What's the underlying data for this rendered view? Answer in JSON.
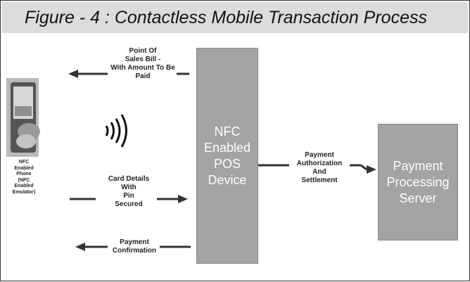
{
  "figure": {
    "title": "Figure - 4 : Contactless Mobile Transaction Process"
  },
  "phone": {
    "caption_lines": [
      "NFC",
      "Enabled",
      "Phone",
      "(NFC",
      "Enabled",
      "Emulator)"
    ],
    "icon": "smartphone-icon"
  },
  "wireless": {
    "icon": "nfc-wave-icon"
  },
  "pos_device": {
    "lines": [
      "NFC",
      "Enabled",
      "POS",
      "Device"
    ]
  },
  "server": {
    "lines": [
      "Payment",
      "Processing",
      "Server"
    ]
  },
  "flows": {
    "bill": {
      "lines": [
        "Point Of",
        "Sales Bill -",
        "With  Amount To Be",
        "Paid"
      ]
    },
    "card": {
      "lines": [
        "Card Details",
        "With",
        "Pin",
        "Secured"
      ]
    },
    "confirmation": {
      "lines": [
        "Payment",
        "Confirmation"
      ]
    },
    "settlement": {
      "lines": [
        "Payment",
        "Authorization",
        "And",
        "Settlement"
      ]
    }
  },
  "colors": {
    "box_fill": "#a3a3a3",
    "box_text": "#ffffff",
    "arrow": "#333333",
    "title_bar": "#dcdcdc"
  }
}
